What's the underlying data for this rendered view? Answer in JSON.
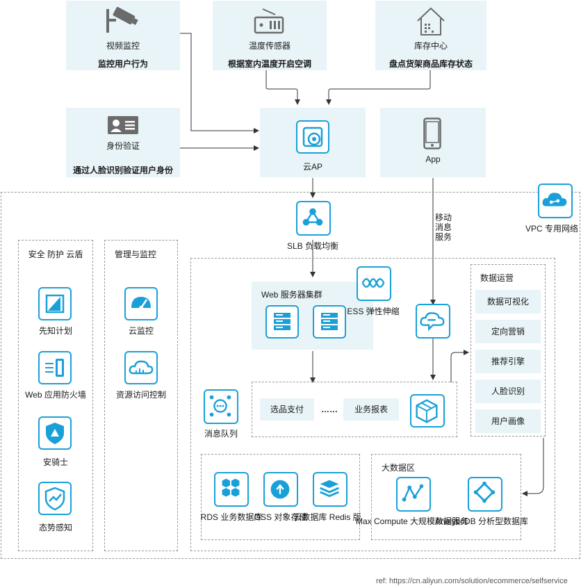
{
  "top": {
    "video": {
      "title": "视频监控",
      "desc": "监控用户行为"
    },
    "temp": {
      "title": "温度传感器",
      "desc": "根据室内温度开启空调"
    },
    "stock": {
      "title": "库存中心",
      "desc": "盘点货架商品库存状态"
    },
    "idv": {
      "title": "身份验证",
      "desc": "通过人脸识别验证用户身份"
    },
    "cloudap": {
      "title": "云AP"
    },
    "app": {
      "title": "App"
    }
  },
  "vpc": {
    "label": "VPC 专用网络"
  },
  "slb": {
    "label": "SLB 负载均衡"
  },
  "mobile_service": {
    "label": "移动\n消息\n服务"
  },
  "security": {
    "title": "安全 防护 云盾",
    "items": [
      "先知计划",
      "Web 应用防火墙",
      "安骑士",
      "态势感知"
    ]
  },
  "mgmt": {
    "title": "管理与监控",
    "items": [
      "云监控",
      "资源访问控制"
    ]
  },
  "web": {
    "title": "Web 服务器集群"
  },
  "ess": {
    "label": "ESS 弹性伸缩"
  },
  "mq": {
    "label": "消息队列"
  },
  "apps": {
    "a": "选品支付",
    "dots": "……",
    "b": "业务报表"
  },
  "data_ops": {
    "title": "数据运营",
    "items": [
      "数据可视化",
      "定向营销",
      "推荐引擎",
      "人脸识别",
      "用户画像"
    ]
  },
  "storage": {
    "rds": "RDS 业务数据库",
    "oss": "OSS 对象存储",
    "redis": "云数据库 Redis 版"
  },
  "bigdata": {
    "title": "大数据区",
    "maxcompute": "Max Compute 大规模数据服务",
    "adb": "AnalyticDB 分析型数据库"
  },
  "ref": "ref: https://cn.aliyun.com/solution/ecommerce/selfservice",
  "colors": {
    "accent": "#1aa0d8",
    "card": "#e9f4f8",
    "icon_gray": "#6b6b6b"
  }
}
